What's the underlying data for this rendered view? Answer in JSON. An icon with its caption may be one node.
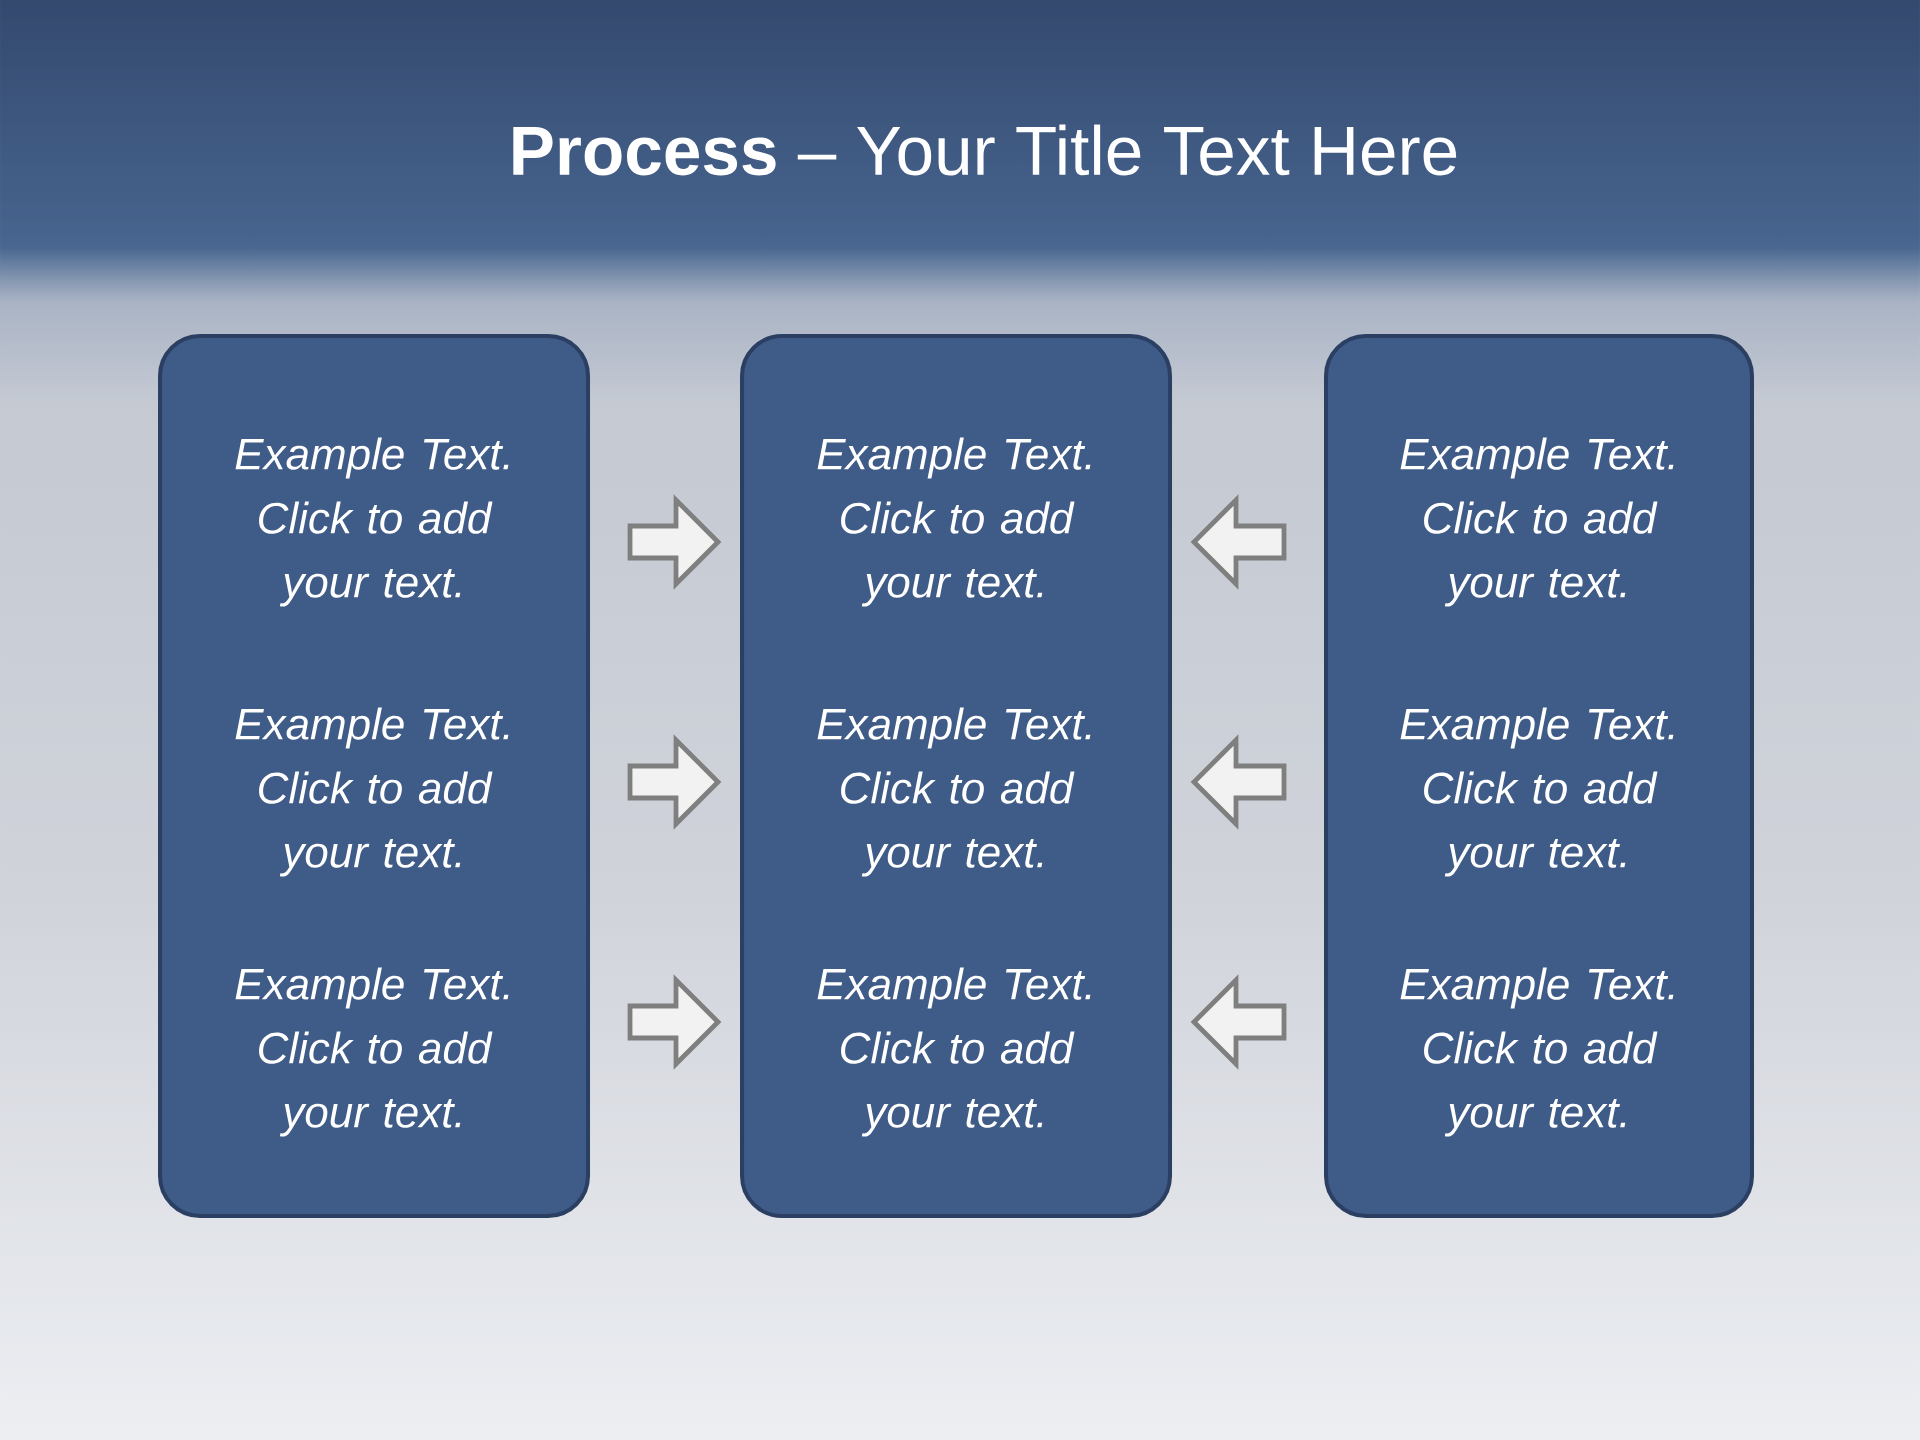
{
  "diagram": {
    "title": "**Process** – Your Title Text Here",
    "nodes": [
      {
        "text": [
          "Example Text. Click to add your text.",
          "Example Text. Click to add your text.",
          "Example Text. Click to add your text."
        ]
      },
      {
        "text": [
          "Example Text. Click to add your text.",
          "Example Text. Click to add your text.",
          "Example Text. Click to add your text."
        ]
      },
      {
        "text": [
          "Example Text. Click to add your text.",
          "Example Text. Click to add your text.",
          "Example Text. Click to add your text."
        ]
      }
    ],
    "edges": [
      {
        "from": 0,
        "to": 1,
        "arrow": "to"
      },
      {
        "from": 2,
        "to": 1,
        "arrow": "to"
      },
      {
        "from": 0,
        "to": 1,
        "arrow": "to"
      },
      {
        "from": 2,
        "to": 1,
        "arrow": "to"
      },
      {
        "from": 0,
        "to": 1,
        "arrow": "to"
      },
      {
        "from": 2,
        "to": 1,
        "arrow": "to"
      }
    ]
  }
}
